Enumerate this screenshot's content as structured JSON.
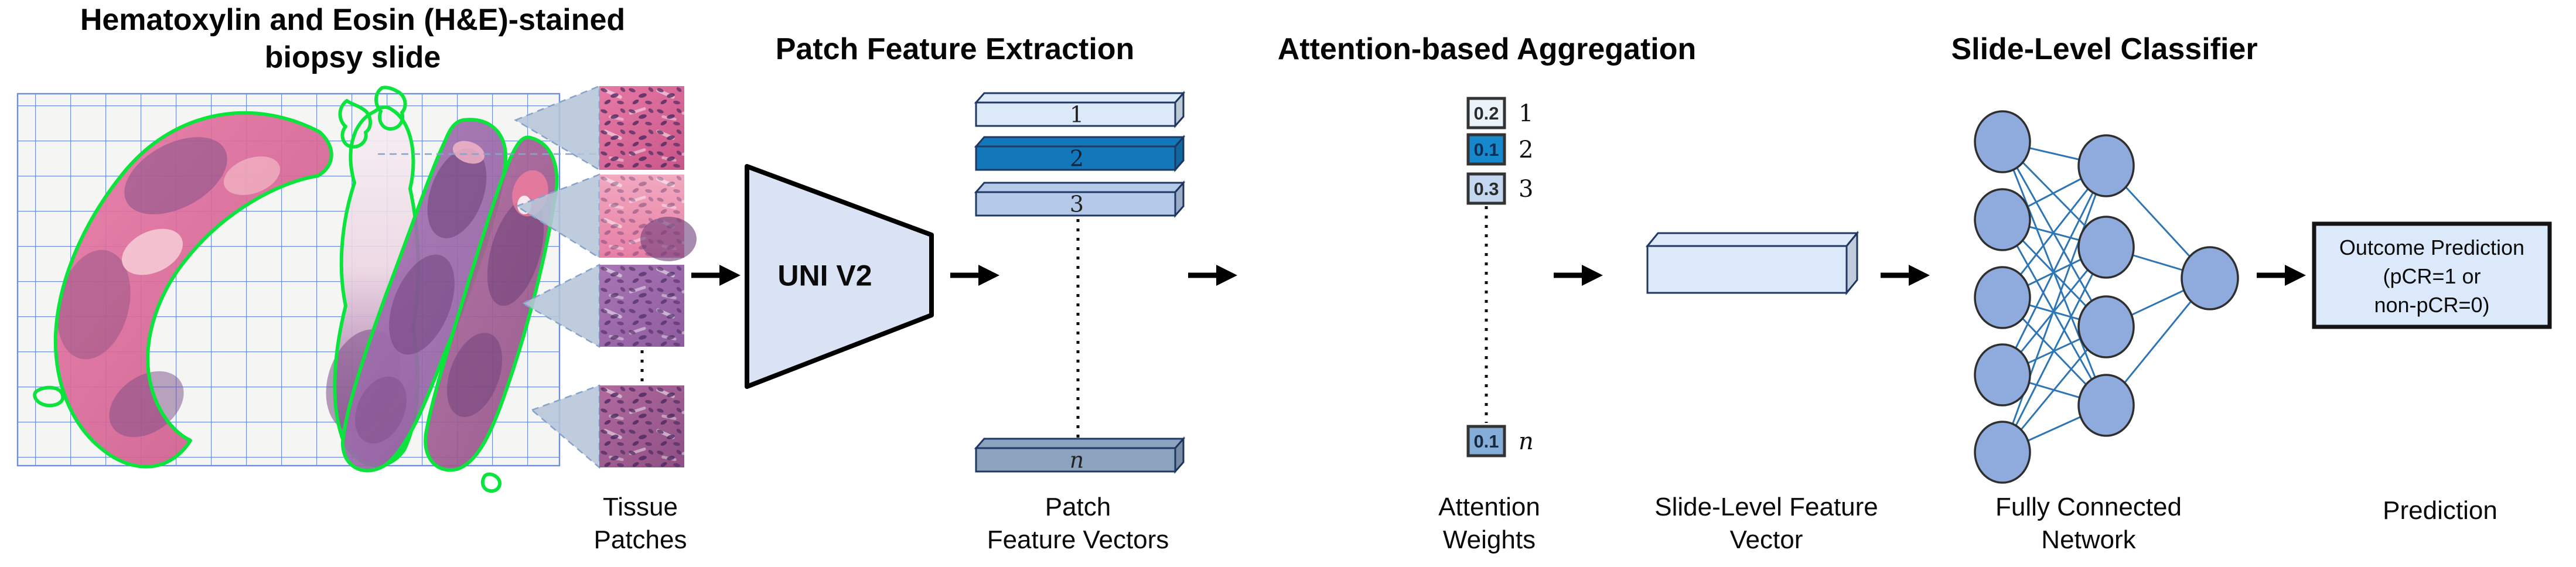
{
  "figure": {
    "slide_title": {
      "l1": "Hematoxylin and Eosin (H&E)-stained",
      "l2": "biopsy slide"
    },
    "sections": {
      "patch_feature_extraction": "Patch Feature Extraction",
      "attention_aggregation": "Attention-based Aggregation",
      "slide_classifier": "Slide-Level Classifier"
    },
    "encoder": {
      "name": "UNI V2"
    },
    "feature_vectors": [
      {
        "label": "1",
        "fill": "#dce9f8"
      },
      {
        "label": "2",
        "fill": "#1278ba"
      },
      {
        "label": "3",
        "fill": "#b4c9e8"
      },
      {
        "label": "n",
        "fill": "#8ca3bf"
      }
    ],
    "attention_weights": [
      {
        "value": "0.2",
        "index": "1",
        "fill": "#eaf3fa",
        "text": "#2b2b2b"
      },
      {
        "value": "0.1",
        "index": "2",
        "fill": "#1688cc",
        "text": "#0d2d52"
      },
      {
        "value": "0.3",
        "index": "3",
        "fill": "#c3d7f0",
        "text": "#2b2b2b"
      },
      {
        "value": "0.1",
        "index": "n",
        "fill": "#84add8",
        "text": "#17293f"
      }
    ],
    "slide_vector": {
      "fill": "#dbe9fb"
    },
    "network": {
      "input_nodes": 5,
      "hidden_nodes": 4,
      "output_nodes": 1
    },
    "prediction_box": {
      "l1": "Outcome Prediction",
      "l2": "(pCR=1  or",
      "l3": "non-pCR=0)"
    },
    "captions": {
      "tissue_patches": {
        "l1": "Tissue",
        "l2": "Patches"
      },
      "patch_feature_vectors": {
        "l1": "Patch",
        "l2": "Feature Vectors"
      },
      "attention_weights": {
        "l1": "Attention",
        "l2": "Weights"
      },
      "slide_level_feature_vector": {
        "l1": "Slide-Level Feature",
        "l2": "Vector"
      },
      "fully_connected_network": {
        "l1": "Fully Connected",
        "l2": "Network"
      },
      "prediction": "Prediction"
    },
    "colors": {
      "grid_line": "#6c8fd8",
      "tissue_contour": "#0be43c",
      "node_fill": "#8faadc",
      "node_border": "#2f2f2f",
      "connection_line": "#2e75b6",
      "encoder_fill": "#dae3f3",
      "bar_border": "#1f3864",
      "prediction_fill": "#dbe9fb",
      "arrow": "#000000",
      "cone_fill": "#b5c5d8"
    }
  }
}
